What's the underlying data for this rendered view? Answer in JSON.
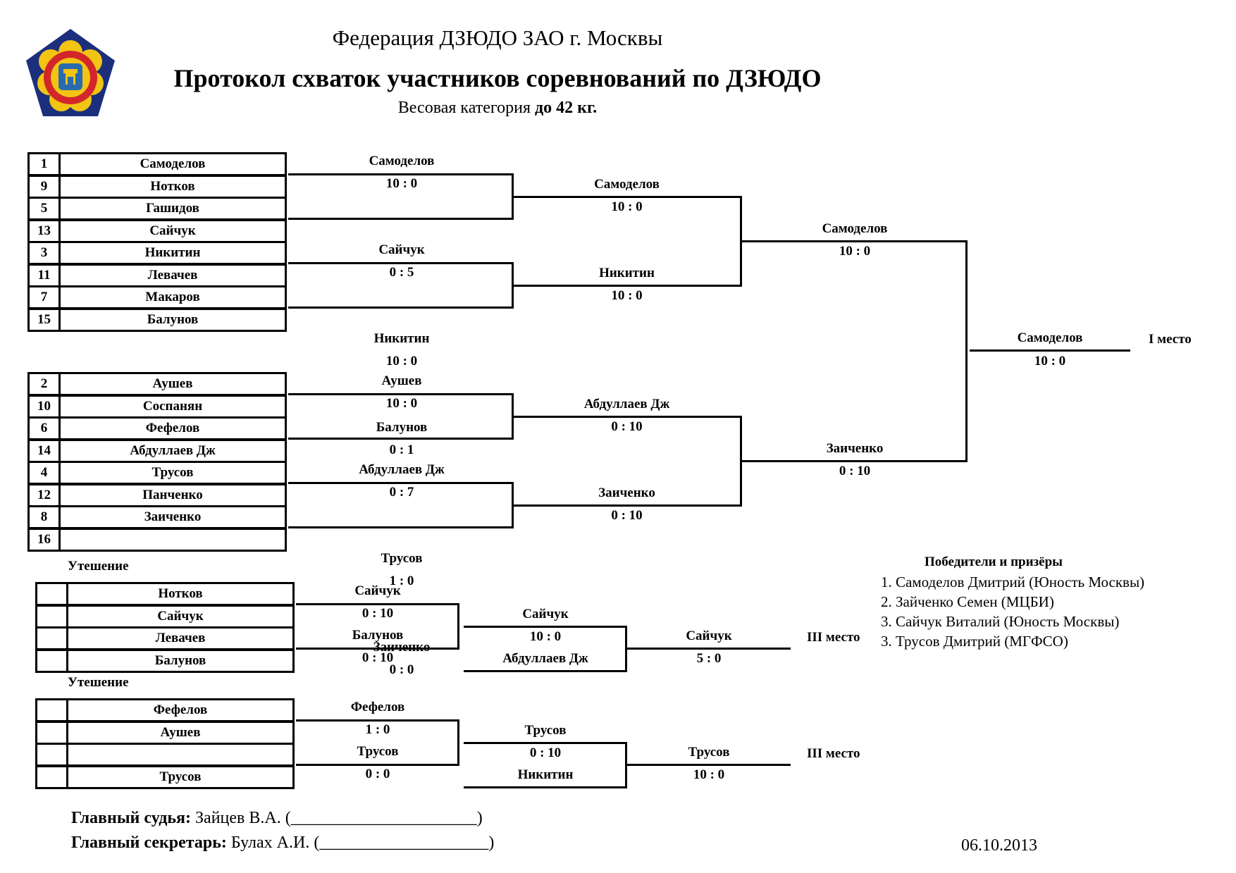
{
  "header": {
    "federation": "Федерация ДЗЮДО ЗАО г. Москвы",
    "title": "Протокол схваток участников соревнований по ДЗЮДО",
    "weight_prefix": "Весовая категория",
    "weight_value": "до 42 кг."
  },
  "logo": {
    "name": "federation-emblem",
    "colors": [
      "#1c2f7d",
      "#f2c413",
      "#d3262a",
      "#2a6bb0"
    ]
  },
  "groups": [
    {
      "entries": [
        {
          "seed": "1",
          "name": "Самоделов"
        },
        {
          "seed": "9",
          "name": "Нотков"
        },
        {
          "seed": "5",
          "name": "Гашидов"
        },
        {
          "seed": "13",
          "name": "Сайчук"
        },
        {
          "seed": "3",
          "name": "Никитин"
        },
        {
          "seed": "11",
          "name": "Левачев"
        },
        {
          "seed": "7",
          "name": "Макаров"
        },
        {
          "seed": "15",
          "name": "Балунов"
        }
      ],
      "round1": [
        {
          "winner": "Самоделов",
          "score": "10  :  0"
        },
        {
          "winner": "Сайчук",
          "score": "0  :  5"
        },
        {
          "winner": "Никитин",
          "score": "10  :  0"
        },
        {
          "winner": "Балунов",
          "score": "0  :  1"
        }
      ],
      "round2": [
        {
          "winner": "Самоделов",
          "score": "10  :  0"
        },
        {
          "winner": "Никитин",
          "score": "10  :  0"
        }
      ],
      "round3": {
        "winner": "Самоделов",
        "score": "10  :  0"
      }
    },
    {
      "entries": [
        {
          "seed": "2",
          "name": "Аушев"
        },
        {
          "seed": "10",
          "name": "Соспанян"
        },
        {
          "seed": "6",
          "name": "Фефелов"
        },
        {
          "seed": "14",
          "name": "Абдуллаев Дж"
        },
        {
          "seed": "4",
          "name": "Трусов"
        },
        {
          "seed": "12",
          "name": "Панченко"
        },
        {
          "seed": "8",
          "name": "Заиченко"
        },
        {
          "seed": "16",
          "name": ""
        }
      ],
      "round1": [
        {
          "winner": "Аушев",
          "score": "10  :  0"
        },
        {
          "winner": "Абдуллаев Дж",
          "score": "0  :  7"
        },
        {
          "winner": "Трусов",
          "score": "1  :  0"
        },
        {
          "winner": "Заиченко",
          "score": "0  :  0"
        }
      ],
      "round2": [
        {
          "winner": "Абдуллаев Дж",
          "score": "0  :  10"
        },
        {
          "winner": "Заиченко",
          "score": "0  :  10"
        }
      ],
      "round3": {
        "winner": "Заиченко",
        "score": "0  :  10"
      }
    }
  ],
  "final": {
    "winner": "Самоделов",
    "score": "10  :  0",
    "place": "I место"
  },
  "consolation": [
    {
      "title": "Утешение",
      "entries": [
        "Нотков",
        "Сайчук",
        "Левачев",
        "Балунов"
      ],
      "round1": [
        {
          "winner": "Сайчук",
          "score": "0  :  10"
        },
        {
          "winner": "Балунов",
          "score": "0  :  10"
        }
      ],
      "round2": [
        {
          "winner": "Сайчук",
          "score": "10  :  0"
        },
        {
          "winner": "Абдуллаев Дж",
          "score": ""
        }
      ],
      "round3": {
        "winner": "Сайчук",
        "score": "5  :  0"
      },
      "place": "III место"
    },
    {
      "title": "Утешение",
      "entries": [
        "Фефелов",
        "Аушев",
        "",
        "Трусов"
      ],
      "round1": [
        {
          "winner": "Фефелов",
          "score": "1  :  0"
        },
        {
          "winner": "Трусов",
          "score": "0  :  0"
        }
      ],
      "round2": [
        {
          "winner": "Трусов",
          "score": "0  :  10"
        },
        {
          "winner": "Никитин",
          "score": ""
        }
      ],
      "round3": {
        "winner": "Трусов",
        "score": "10  :  0"
      },
      "place": "III место"
    }
  ],
  "winners": {
    "title": "Победители и призёры",
    "list": [
      "1. Самоделов Дмитрий (Юность Москвы)",
      "2. Зайченко Семен (МЦБИ)",
      "3. Сайчук Виталий (Юность Москвы)",
      "3. Трусов Дмитрий (МГФСО)"
    ]
  },
  "footer": {
    "judge_label": "Главный судья:",
    "judge_value": " Зайцев В.А. (______________________)",
    "secretary_label": "Главный секретарь:",
    "secretary_value": " Булах А.И. (____________________)",
    "date": "06.10.2013"
  }
}
